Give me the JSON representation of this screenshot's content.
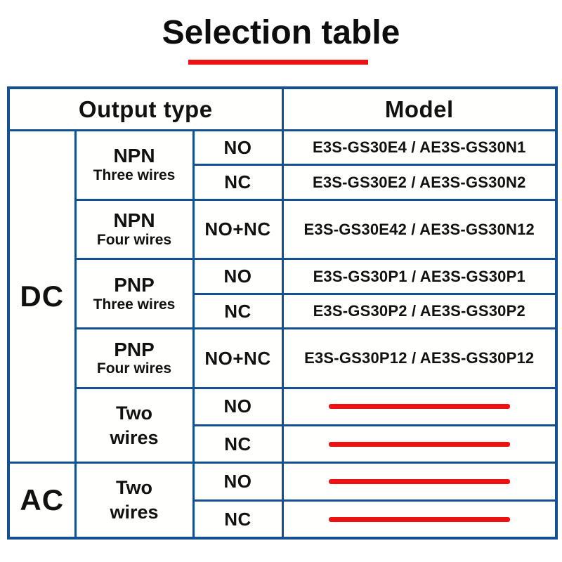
{
  "title": {
    "text": "Selection table"
  },
  "colors": {
    "border_blue": "#134f91",
    "accent_red": "#ed1111",
    "text_black": "#111111"
  },
  "table": {
    "header": {
      "output_type": "Output type",
      "model": "Model"
    },
    "power_groups": [
      {
        "label": "DC"
      },
      {
        "label": "AC"
      }
    ],
    "rows": [
      {
        "wiring_main": "NPN",
        "wiring_sub": "Three wires",
        "state": "NO",
        "model": "E3S-GS30E4 / AE3S-GS30N1"
      },
      {
        "state": "NC",
        "model": "E3S-GS30E2 / AE3S-GS30N2"
      },
      {
        "wiring_main": "NPN",
        "wiring_sub": "Four wires",
        "state": "NO+NC",
        "model": "E3S-GS30E42 / AE3S-GS30N12"
      },
      {
        "wiring_main": "PNP",
        "wiring_sub": "Three wires",
        "state": "NO",
        "model": "E3S-GS30P1 / AE3S-GS30P1"
      },
      {
        "state": "NC",
        "model": "E3S-GS30P2 / AE3S-GS30P2"
      },
      {
        "wiring_main": "PNP",
        "wiring_sub": "Four wires",
        "state": "NO+NC",
        "model": "E3S-GS30P12 / AE3S-GS30P12"
      },
      {
        "wiring": "Two\nwires",
        "state": "NO",
        "model": null
      },
      {
        "state": "NC",
        "model": null
      },
      {
        "wiring": "Two\nwires",
        "state": "NO",
        "model": null
      },
      {
        "state": "NC",
        "model": null
      }
    ]
  }
}
